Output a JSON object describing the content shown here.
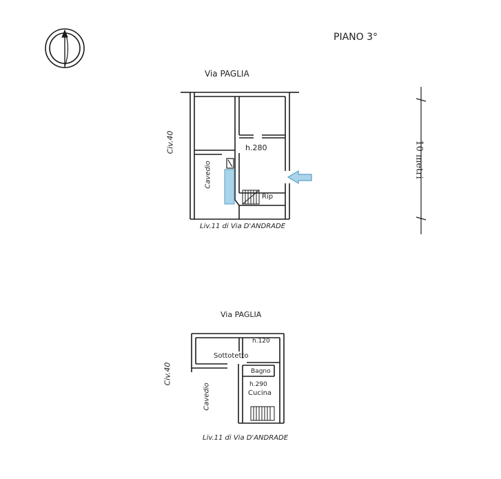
{
  "floor_label": "PIANO 3°",
  "scale": {
    "label": "10 metri"
  },
  "upper_plan": {
    "street_top": "Via PAGLIA",
    "street_left": "Civ.40",
    "side_label": "Cavedio",
    "height_label": "h.280",
    "landing_label": "Rip",
    "bottom_label": "Liv.11 di Via D'ANDRADE"
  },
  "lower_plan": {
    "street_top": "Via PAGLIA",
    "street_left": "Civ.40",
    "side_label": "Cavedio",
    "height_top": "h.120",
    "room_label": "Sottotetto",
    "bath_label": "Bagno",
    "height_kitchen": "h.290",
    "kitchen_label": "Cucina",
    "bottom_label": "Liv.11 di Via D'ANDRADE"
  },
  "colors": {
    "accent": "#a9d4ea",
    "accent_stroke": "#5aa0c6",
    "ink": "#1a1a1a"
  },
  "icons": [
    "compass-north-icon",
    "entrance-arrow-icon"
  ]
}
